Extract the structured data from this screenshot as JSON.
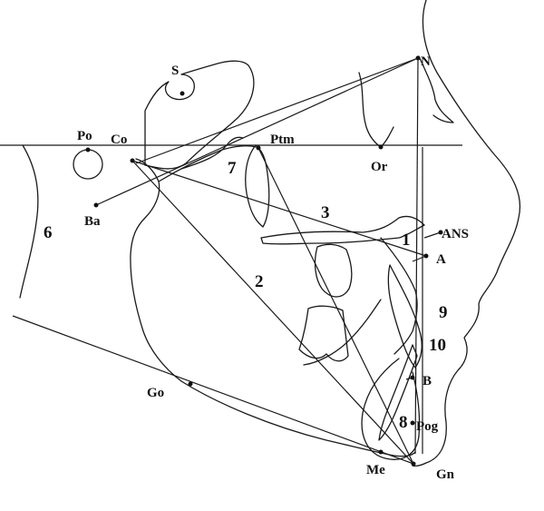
{
  "landmarks": {
    "S": "S",
    "N": "N",
    "Po": "Po",
    "Co": "Co",
    "Ptm": "Ptm",
    "Or": "Or",
    "Ba": "Ba",
    "ANS": "ANS",
    "A": "A",
    "B": "B",
    "Pog": "Pog",
    "Go": "Go",
    "Me": "Me",
    "Gn": "Gn"
  },
  "measurements": [
    "1",
    "2",
    "3",
    "6",
    "7",
    "8",
    "9",
    "10"
  ],
  "colors": {
    "line": "#1a1a1a",
    "background": "#ffffff"
  }
}
